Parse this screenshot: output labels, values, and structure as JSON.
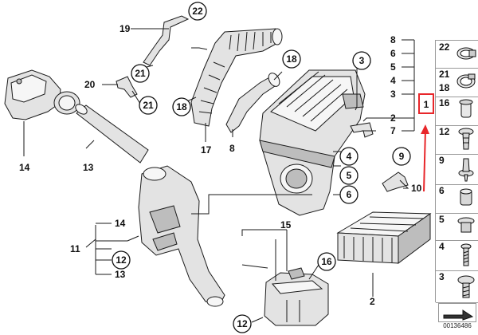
{
  "labels": {
    "n22_top": "22",
    "n19": "19",
    "n21_a": "21",
    "n20": "20",
    "n21_b": "21",
    "n18_a": "18",
    "n18_b": "18",
    "n17": "17",
    "n8_a": "8",
    "n14_a": "14",
    "n13_a": "13",
    "n3": "3",
    "n4": "4",
    "n5": "5",
    "n6": "6",
    "n9": "9",
    "n10": "10",
    "n15": "15",
    "n16": "16",
    "n12_a": "12",
    "n12_b": "12",
    "n11": "11",
    "n14_b": "14",
    "n13_b": "13",
    "n2_filter": "2",
    "list_8": "8",
    "list_6": "6",
    "list_5": "5",
    "list_4": "4",
    "list_3": "3",
    "list_1": "1",
    "list_2": "2",
    "list_7": "7"
  },
  "side_panel": [
    {
      "label": "22",
      "label2": "",
      "icon": "hose-clamp-icon"
    },
    {
      "label": "21",
      "label2": "18",
      "icon": "hose-clamp-icon"
    },
    {
      "label": "16",
      "label2": "",
      "icon": "grommet-icon"
    },
    {
      "label": "12",
      "label2": "",
      "icon": "expanding-rivet-icon"
    },
    {
      "label": "9",
      "label2": "",
      "icon": "spreading-rivet-icon"
    },
    {
      "label": "6",
      "label2": "",
      "icon": "rubber-bushing-icon"
    },
    {
      "label": "5",
      "label2": "",
      "icon": "collar-nut-icon"
    },
    {
      "label": "4",
      "label2": "",
      "icon": "screw-icon"
    },
    {
      "label": "3",
      "label2": "",
      "icon": "hex-bolt-icon"
    }
  ],
  "document_number": "00136486",
  "highlight_color": "#e8262a"
}
